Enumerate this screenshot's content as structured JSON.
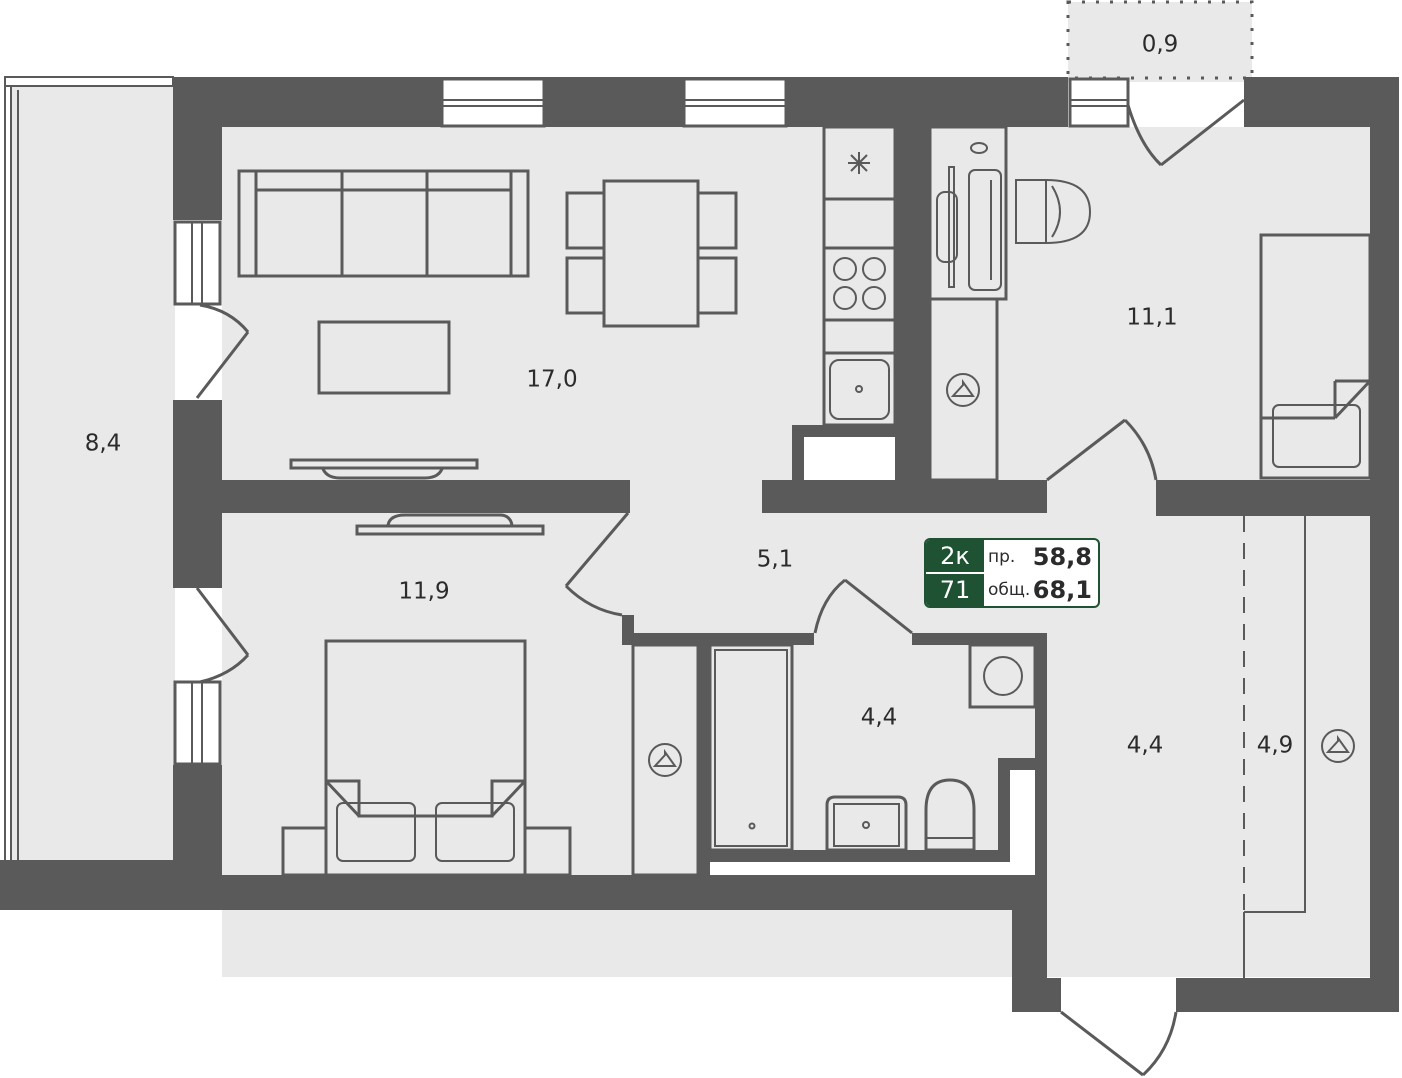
{
  "plan": {
    "colors": {
      "wall": "#5a5a5a",
      "floor": "#e9e9e9",
      "badge": "#1f5233"
    },
    "rooms": [
      {
        "id": "living-kitchen",
        "area": "17,0"
      },
      {
        "id": "balcony",
        "area": "8,4"
      },
      {
        "id": "bedroom-2",
        "area": "11,9"
      },
      {
        "id": "hall",
        "area": "5,1"
      },
      {
        "id": "bathroom",
        "area": "4,4"
      },
      {
        "id": "bedroom-1",
        "area": "11,1"
      },
      {
        "id": "small-balcony",
        "area": "0,9"
      },
      {
        "id": "entrance-hall",
        "area": "4,4"
      },
      {
        "id": "wardrobe",
        "area": "4,9"
      }
    ]
  },
  "badge": {
    "rooms": "2к",
    "number": "71",
    "living_label": "пр.",
    "living_value": "58,8",
    "total_label": "общ.",
    "total_value": "68,1"
  }
}
